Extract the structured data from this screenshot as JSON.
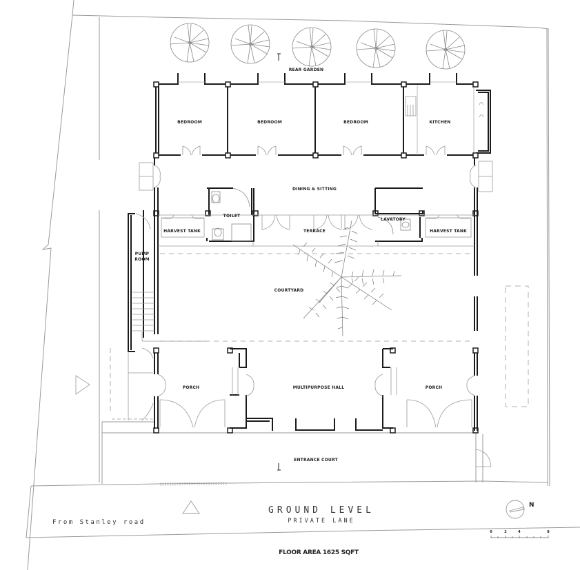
{
  "drawing": {
    "title": "GROUND LEVEL",
    "subtitle": "PRIVATE LANE",
    "floor_area": "FLOOR AREA 1625 SQFT",
    "approach_note": "From Stanley road",
    "north_label": "N",
    "scale_bar": {
      "labels": [
        "0",
        "2",
        "4",
        "8"
      ]
    },
    "colors": {
      "wall": "#1a1a1a",
      "thin_line": "#9a9a9a",
      "background": "#ffffff"
    }
  },
  "rooms": {
    "rear_garden": "REAR GARDEN",
    "bedroom_1": "BEDROOM",
    "bedroom_2": "BEDROOM",
    "bedroom_3": "BEDROOM",
    "kitchen": "KITCHEN",
    "dining_sitting": "DINING & SITTING",
    "toilet": "TOILET",
    "terrace": "TERRACE",
    "lavatory": "LAVATORY",
    "harvest_tank_left": "HARVEST TANK",
    "harvest_tank_right": "HARVEST TANK",
    "pump_room_line1": "PUMP",
    "pump_room_line2": "ROOM",
    "courtyard": "COURTYARD",
    "porch_left": "PORCH",
    "multipurpose_hall": "MULTIPURPOSE HALL",
    "porch_right": "PORCH",
    "entrance_court": "ENTRANCE COURT"
  },
  "landscape": {
    "trees": [
      "tree",
      "tree",
      "tree",
      "tree",
      "tree"
    ],
    "courtyard_palm": "palm-tree"
  }
}
